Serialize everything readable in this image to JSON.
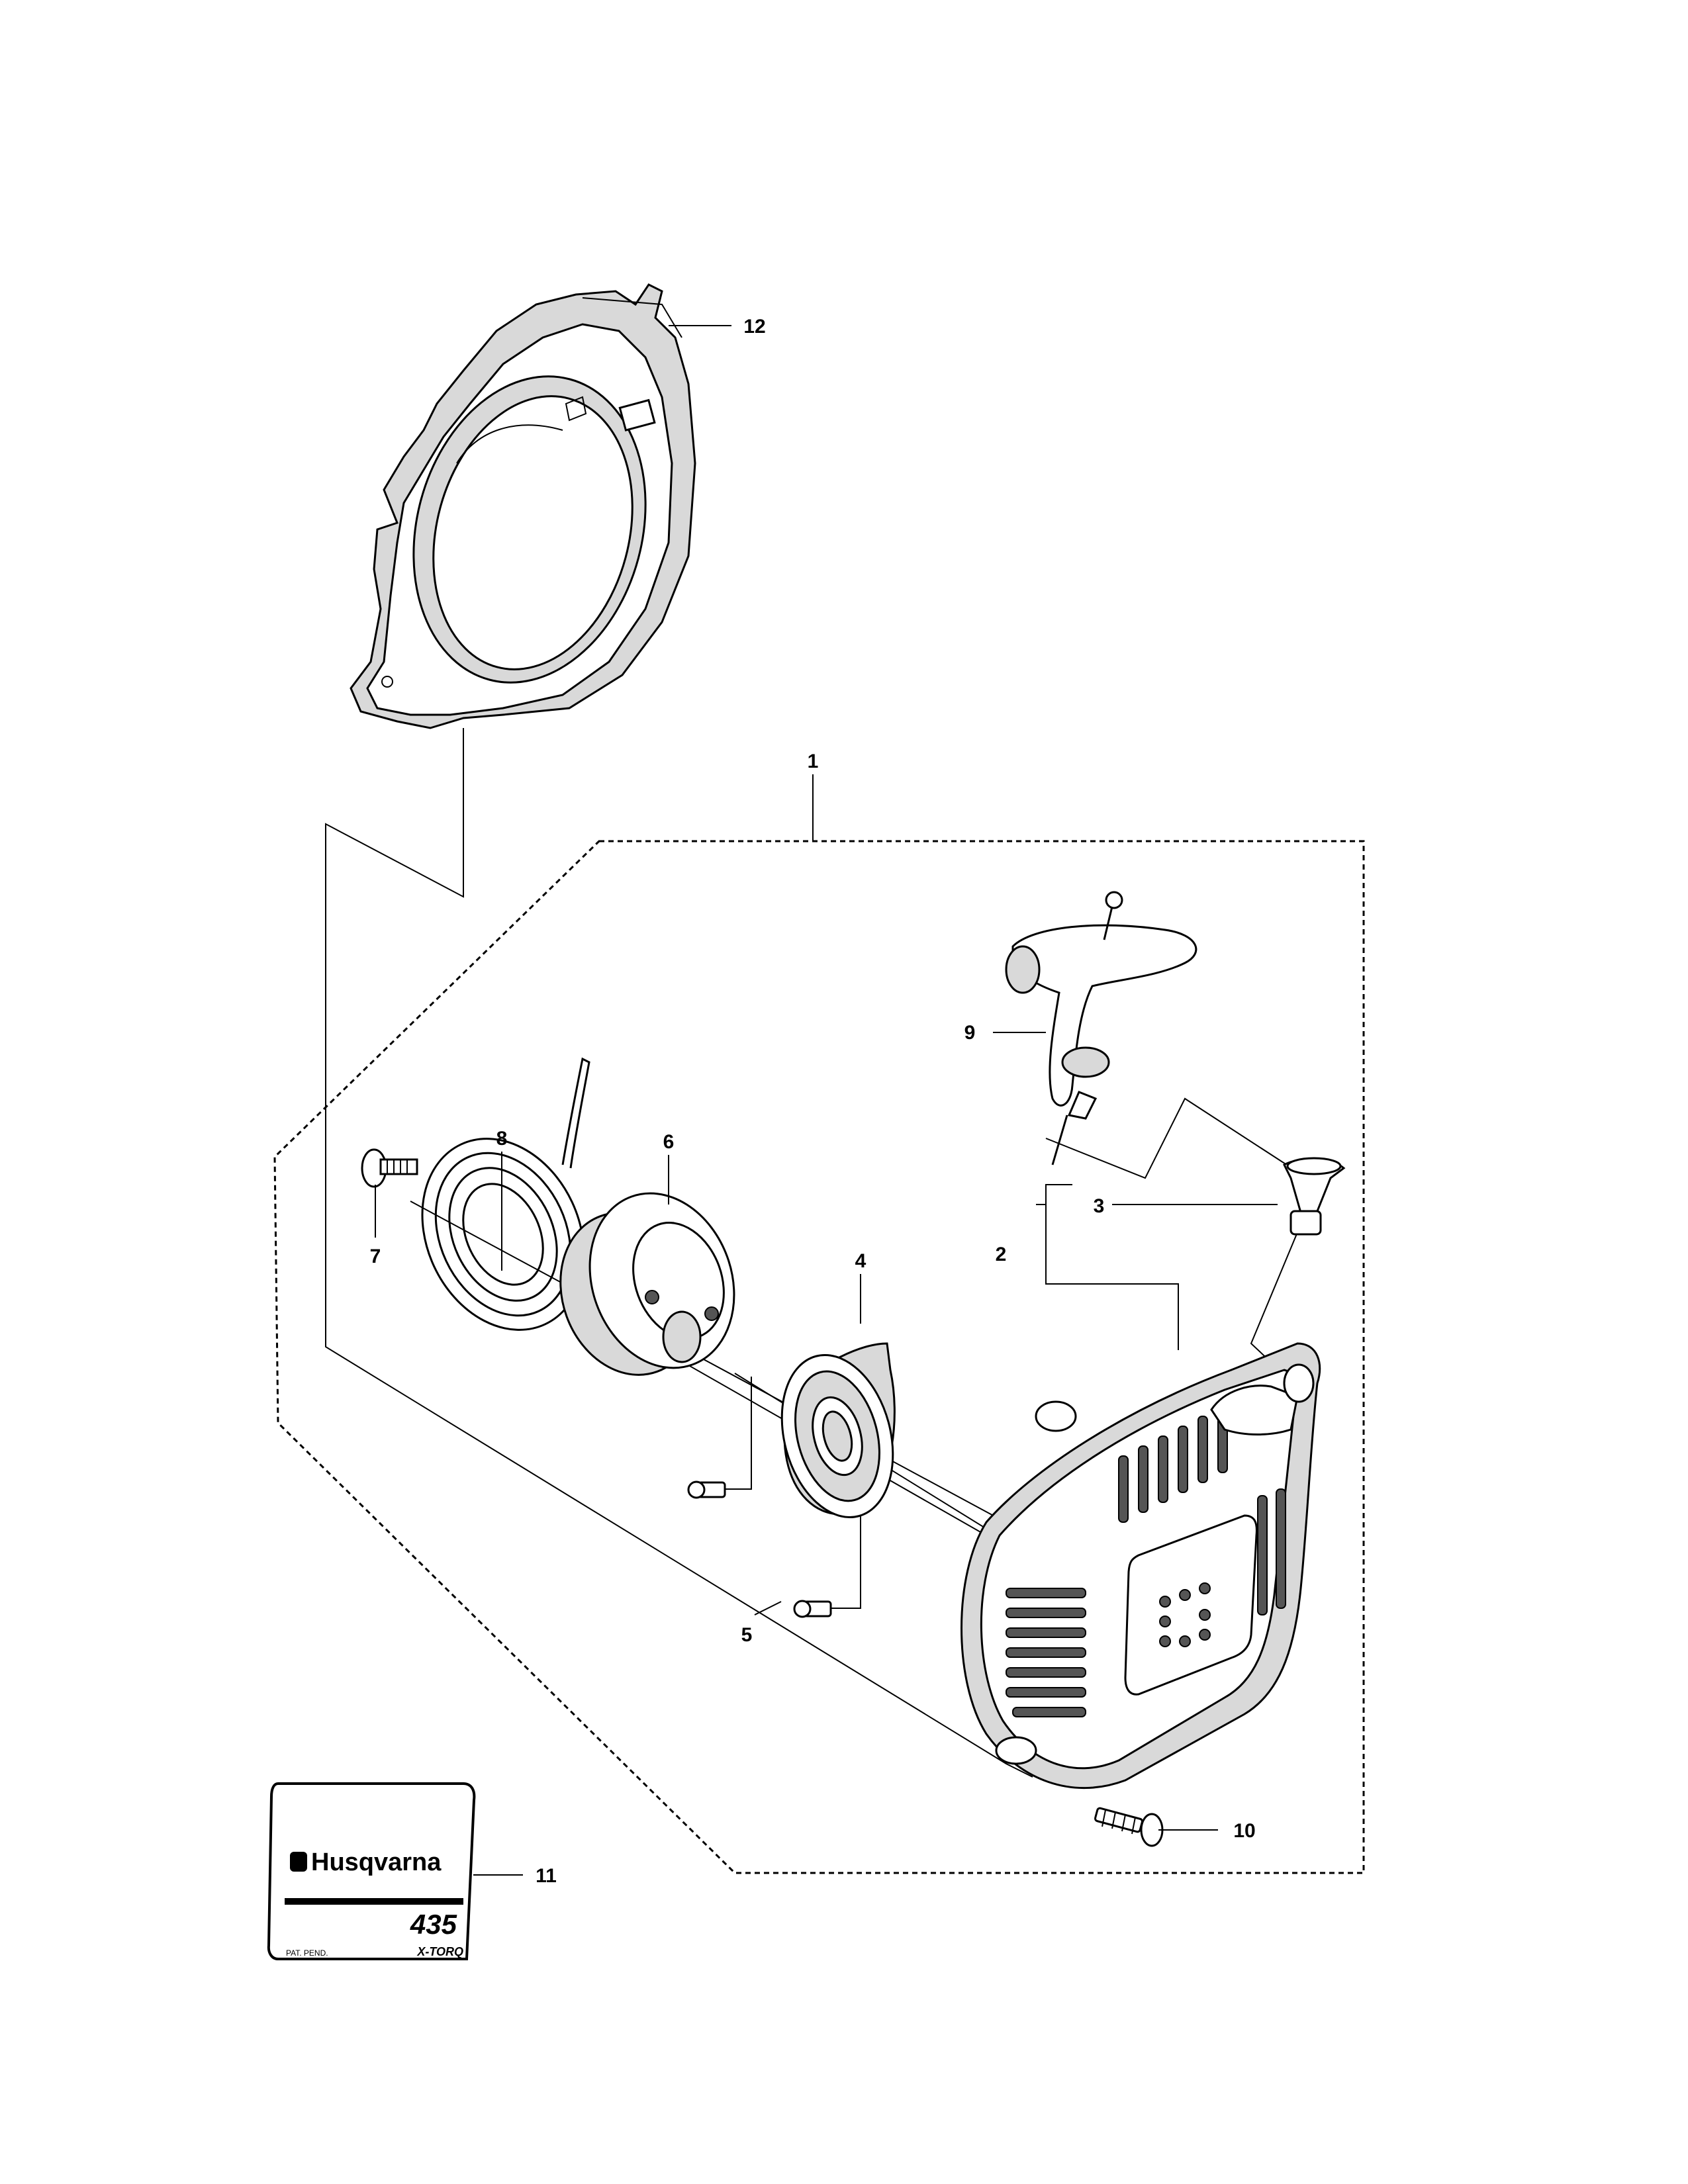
{
  "callouts": {
    "c1": "1",
    "c2": "2",
    "c3": "3",
    "c4": "4",
    "c5": "5",
    "c6": "6",
    "c7": "7",
    "c8": "8",
    "c9": "9",
    "c10": "10",
    "c11": "11",
    "c12": "12"
  },
  "decal": {
    "brand": "Husqvarna",
    "model": "435",
    "patent": "PAT. PEND.",
    "series": "X-TORQ"
  }
}
